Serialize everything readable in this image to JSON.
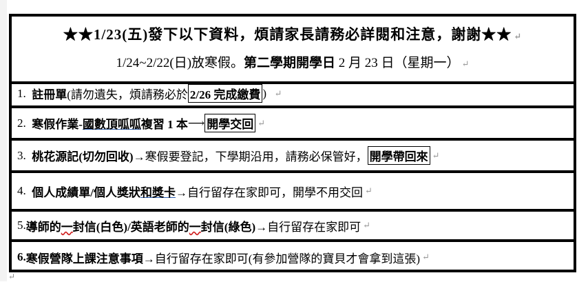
{
  "header": {
    "title": "★★1/23(五)發下以下資料，煩請家長請務必詳閱和注意，謝謝★★",
    "subtitle_plain": "1/24~2/22(日)放寒假。",
    "subtitle_bold": "第二學期開學日",
    "subtitle_date": " 2 月 23 日（星期一）"
  },
  "items": [
    {
      "num": "1.",
      "bold": "註冊單",
      "plain": "(請勿遺失，煩請務必於",
      "boxed": "2/26 完成繳費",
      "tail": ")"
    },
    {
      "num": "2.",
      "bold": "寒假作業-",
      "underlined": "國數頂呱呱",
      "bold2": "複習 1 本",
      "arrow": "⟶",
      "boxed": "開學交回"
    },
    {
      "num": "3.",
      "bold": "桃花源記(切勿回收)",
      "plain": " →寒假要登記，下學期沿用，請務必保管好，",
      "boxed": "開學帶回來"
    },
    {
      "num": "4.",
      "bold": "個人成績單/個人獎狀",
      "underlined": "和獎卡",
      "plain": "→自行留存在家即可，開學不用交回"
    },
    {
      "num": "5.",
      "bold": "導師的",
      "wavy": "一",
      "bold2": "封信(白色)/英語老師的",
      "wavy2": "一",
      "bold3": "封信(綠色)",
      "plain": " →自行留存在家即可"
    },
    {
      "num": "6.",
      "bold": "寒假營隊上課注意事項",
      "plain": "→自行留存在家即可(有參加營隊的寶貝才會拿到這張)"
    }
  ],
  "marks": {
    "paragraph": "↵"
  }
}
